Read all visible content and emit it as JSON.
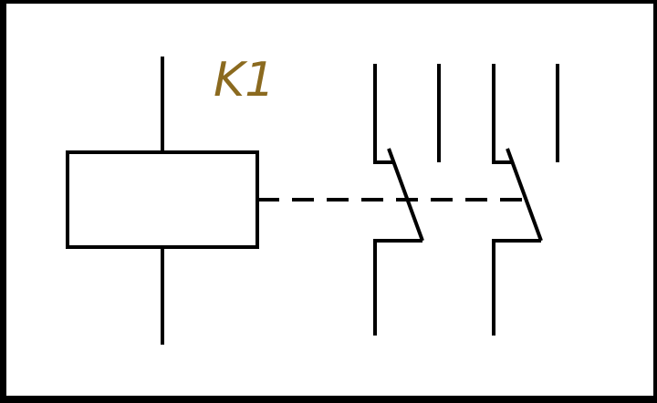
{
  "diagram": {
    "relay_label": "K1",
    "label_color": "#8B6A1F",
    "line_color": "#000000",
    "background_color": "#ffffff",
    "border_color": "#000000",
    "coil_symbol": "relay-coil-rectangle",
    "contacts": [
      {
        "type": "changeover-contact",
        "name": "contact-1"
      },
      {
        "type": "changeover-contact",
        "name": "contact-2"
      }
    ],
    "linkage": "mechanical-dashed-link"
  }
}
